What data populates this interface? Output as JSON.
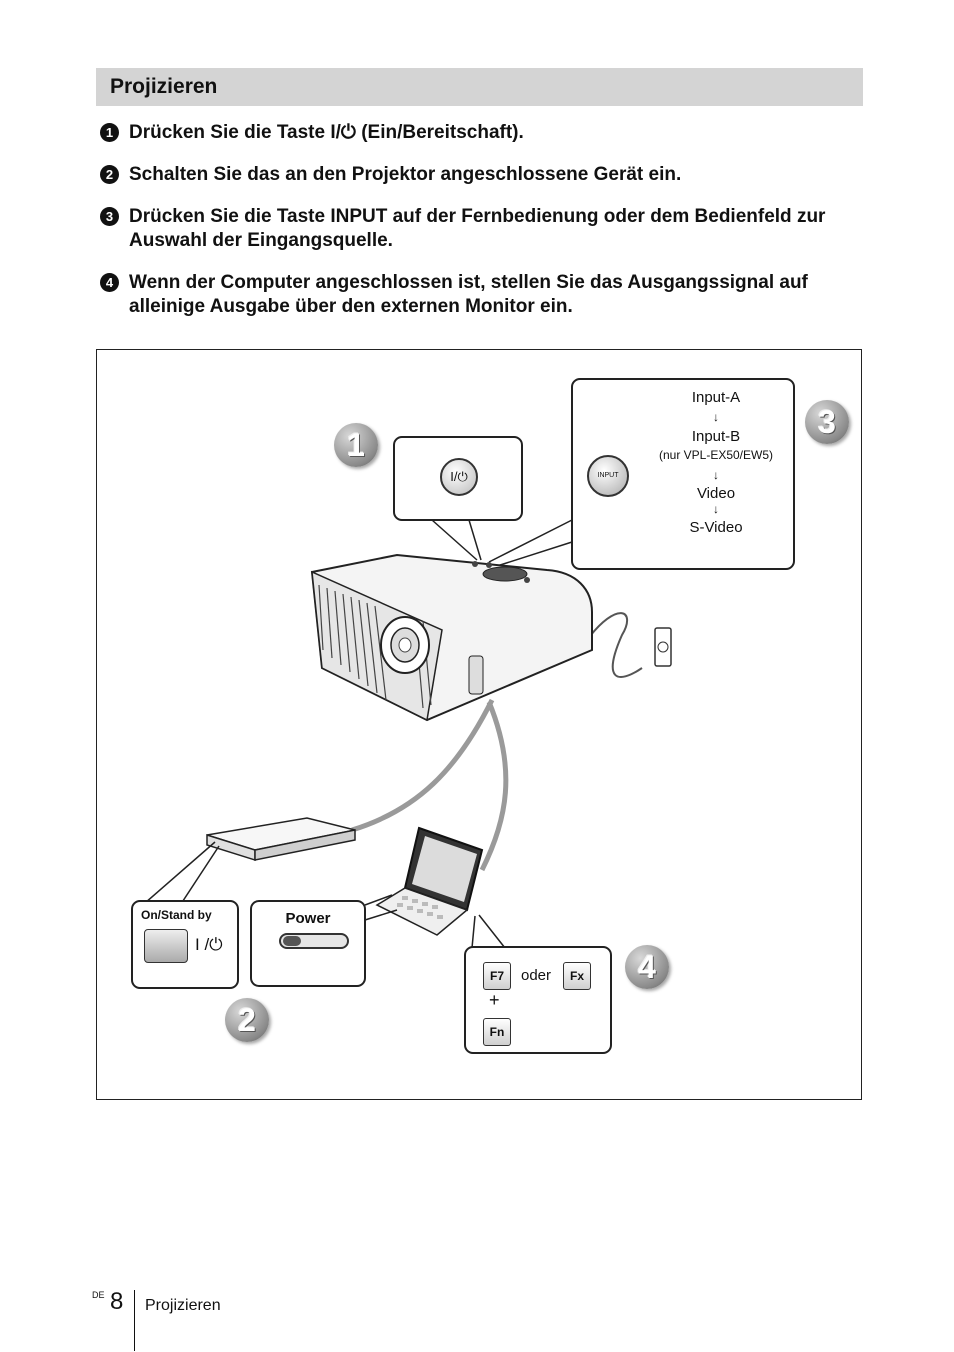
{
  "section": {
    "title": "Projizieren"
  },
  "steps": [
    {
      "num": "1",
      "text": "Drücken Sie die Taste I/⏻ (Ein/Bereitschaft)."
    },
    {
      "num": "2",
      "text": "Schalten Sie das an den Projektor angeschlossene Gerät ein."
    },
    {
      "num": "3",
      "text": "Drücken Sie die Taste INPUT auf der Fernbedienung oder dem Bedienfeld zur Auswahl der Eingangsquelle."
    },
    {
      "num": "4",
      "text": "Wenn der Computer angeschlossen ist, stellen Sie das Ausgangssignal auf alleinige Ausgabe über den externen Monitor ein."
    }
  ],
  "figure": {
    "badges": [
      "1",
      "2",
      "3",
      "4"
    ],
    "power_button_label": "I/⏻",
    "input_button_label": "INPUT",
    "input_chain": [
      "Input-A",
      "Input-B",
      "(nur VPL-EX50/EW5)",
      "Video",
      "S-Video"
    ],
    "arrow_glyph": "↓",
    "on_standby_label": "On/Stand by",
    "on_standby_symbol": "I /⏻",
    "power_label": "Power",
    "key_f7": "F7",
    "key_or": "oder",
    "key_fx": "Fx",
    "key_plus": "+",
    "key_fn": "Fn"
  },
  "footer": {
    "lang_code": "DE",
    "page_number": "8",
    "section_label": "Projizieren"
  }
}
